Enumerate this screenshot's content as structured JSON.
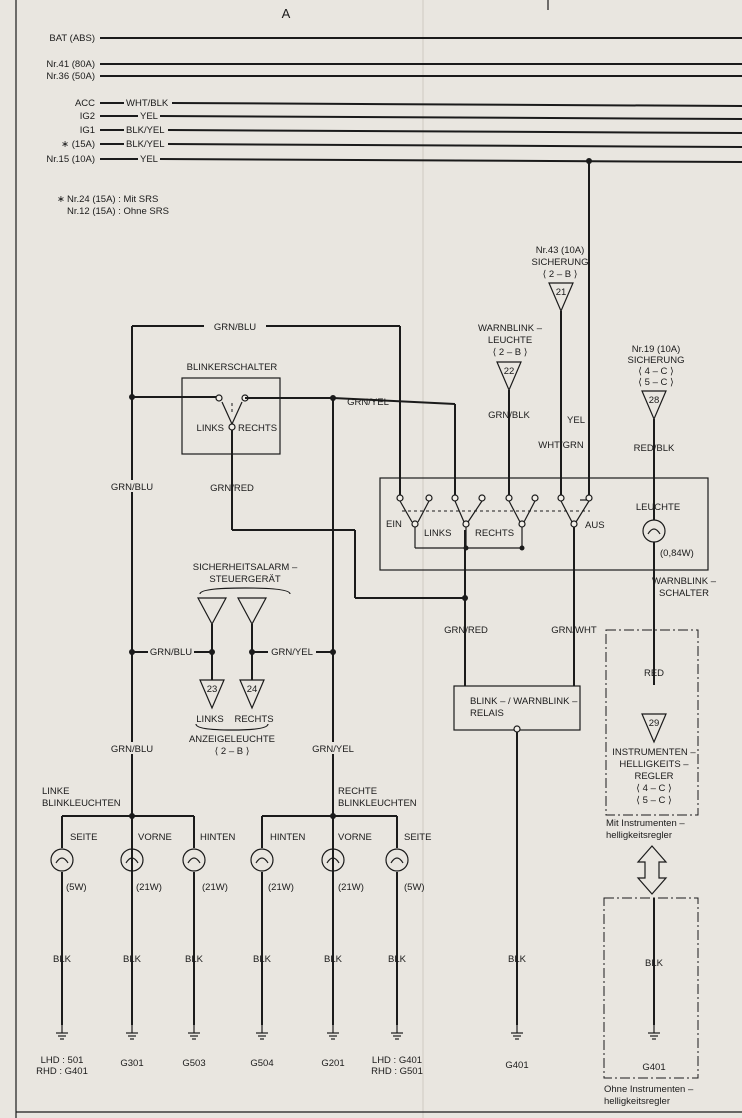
{
  "header": {
    "letter": "A"
  },
  "bus": {
    "bat": "BAT (ABS)",
    "nr41": "Nr.41 (80A)",
    "nr36": "Nr.36 (50A)",
    "acc": "ACC",
    "acc_color": "WHT/BLK",
    "ig2": "IG2",
    "ig2_color": "YEL",
    "ig1": "IG1",
    "ig1_color": "BLK/YEL",
    "fuse15": "∗ (15A)",
    "fuse15_color": "BLK/YEL",
    "nr15": "Nr.15 (10A)",
    "nr15_color": "YEL"
  },
  "note": {
    "star": "∗",
    "line1": "Nr.24 (15A) : Mit SRS",
    "line2": "Nr.12 (15A) : Ohne SRS"
  },
  "fuse43": {
    "name": "Nr.43 (10A)",
    "label": "SICHERUNG",
    "loc": "⟨ 2 – B ⟩",
    "num": "21"
  },
  "warnlamp": {
    "l1": "WARNBLINK –",
    "l2": "LEUCHTE",
    "loc": "⟨ 2 – B ⟩",
    "num": "22"
  },
  "fuse19": {
    "name": "Nr.19 (10A)",
    "label": "SICHERUNG",
    "loc1": "⟨ 4 – C ⟩",
    "loc2": "⟨ 5 – C ⟩",
    "num": "28"
  },
  "wires": {
    "grn_blu": "GRN/BLU",
    "grn_yel": "GRN/YEL",
    "grn_red": "GRN/RED",
    "grn_blk": "GRN/BLK",
    "wht_grn": "WHT/GRN",
    "yel": "YEL",
    "red_blk": "RED/BLK",
    "grn_wht": "GRN/WHT",
    "red": "RED",
    "blk": "BLK"
  },
  "blinker_switch": {
    "title": "BLINKERSCHALTER",
    "links": "LINKS",
    "rechts": "RECHTS"
  },
  "hazard_switch": {
    "ein": "EIN",
    "links": "LINKS",
    "rechts": "RECHTS",
    "aus": "AUS",
    "leuchte": "LEUCHTE",
    "watt": "(0,84W)",
    "title1": "WARNBLINK –",
    "title2": "SCHALTER"
  },
  "alarm_unit": {
    "l1": "SICHERHEITSALARM –",
    "l2": "STEUERGERÄT"
  },
  "indicators": {
    "num_left": "23",
    "num_right": "24",
    "links": "LINKS",
    "rechts": "RECHTS",
    "title": "ANZEIGELEUCHTE",
    "loc": "⟨ 2 – B ⟩"
  },
  "relay": {
    "l1": "BLINK – / WARNBLINK –",
    "l2": "RELAIS"
  },
  "dimmer": {
    "num": "29",
    "l1": "INSTRUMENTEN –",
    "l2": "HELLIGKEITS –",
    "l3": "REGLER",
    "loc1": "⟨ 4 – C ⟩",
    "loc2": "⟨ 5 – C ⟩",
    "with1": "Mit Instrumenten –",
    "with2": "helligkeitsregler",
    "without1": "Ohne Instrumenten –",
    "without2": "helligkeitsregler"
  },
  "left_lamps": {
    "title1": "LINKE",
    "title2": "BLINKLEUCHTEN",
    "seite": "SEITE",
    "vorne": "VORNE",
    "hinten": "HINTEN",
    "w5": "(5W)",
    "w21a": "(21W)",
    "w21b": "(21W)"
  },
  "right_lamps": {
    "title1": "RECHTE",
    "title2": "BLINKLEUCHTEN",
    "hinten": "HINTEN",
    "vorne": "VORNE",
    "seite": "SEITE",
    "w21a": "(21W)",
    "w21b": "(21W)",
    "w5": "(5W)"
  },
  "grounds": {
    "g1a": "LHD : 501",
    "g1b": "RHD : G401",
    "g2": "G301",
    "g3": "G503",
    "g4": "G504",
    "g5": "G201",
    "g6a": "LHD : G401",
    "g6b": "RHD : G501",
    "g7": "G401",
    "g8": "G401"
  }
}
